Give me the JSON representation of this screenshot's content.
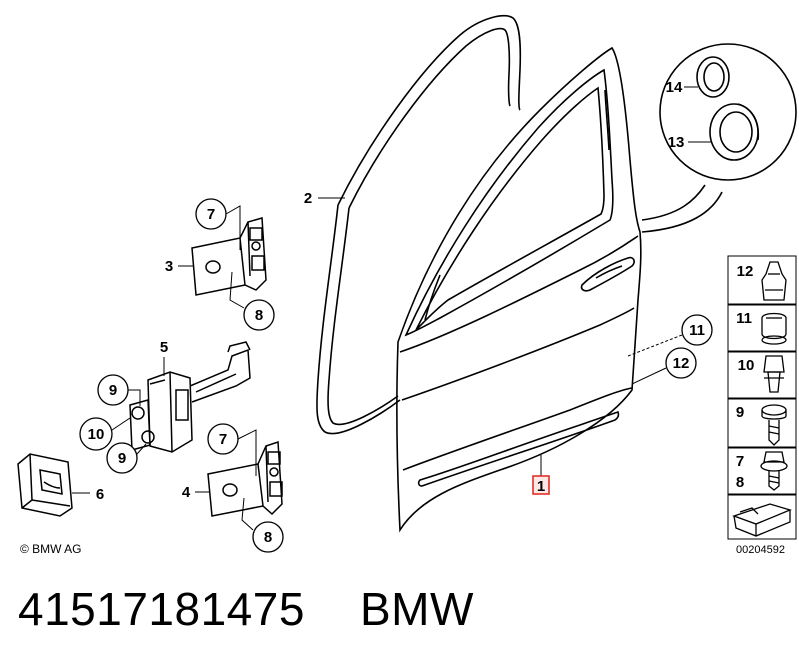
{
  "diagram": {
    "copyright": "© BMW AG",
    "image_code": "00204592",
    "callouts": {
      "c1": "1",
      "c2": "2",
      "c3": "3",
      "c4": "4",
      "c5": "5",
      "c6": "6",
      "c7a": "7",
      "c8a": "8",
      "c7b": "7",
      "c8b": "8",
      "c9a": "9",
      "c10": "10",
      "c9b": "9",
      "c11": "11",
      "c12": "12",
      "c13": "13",
      "c14": "14"
    },
    "sidebar": [
      "12",
      "11",
      "10",
      "9",
      "7",
      "8"
    ]
  },
  "footer": {
    "part_number": "41517181475",
    "brand": "BMW"
  },
  "colors": {
    "line": "#000000",
    "highlight": "#e0302a"
  }
}
